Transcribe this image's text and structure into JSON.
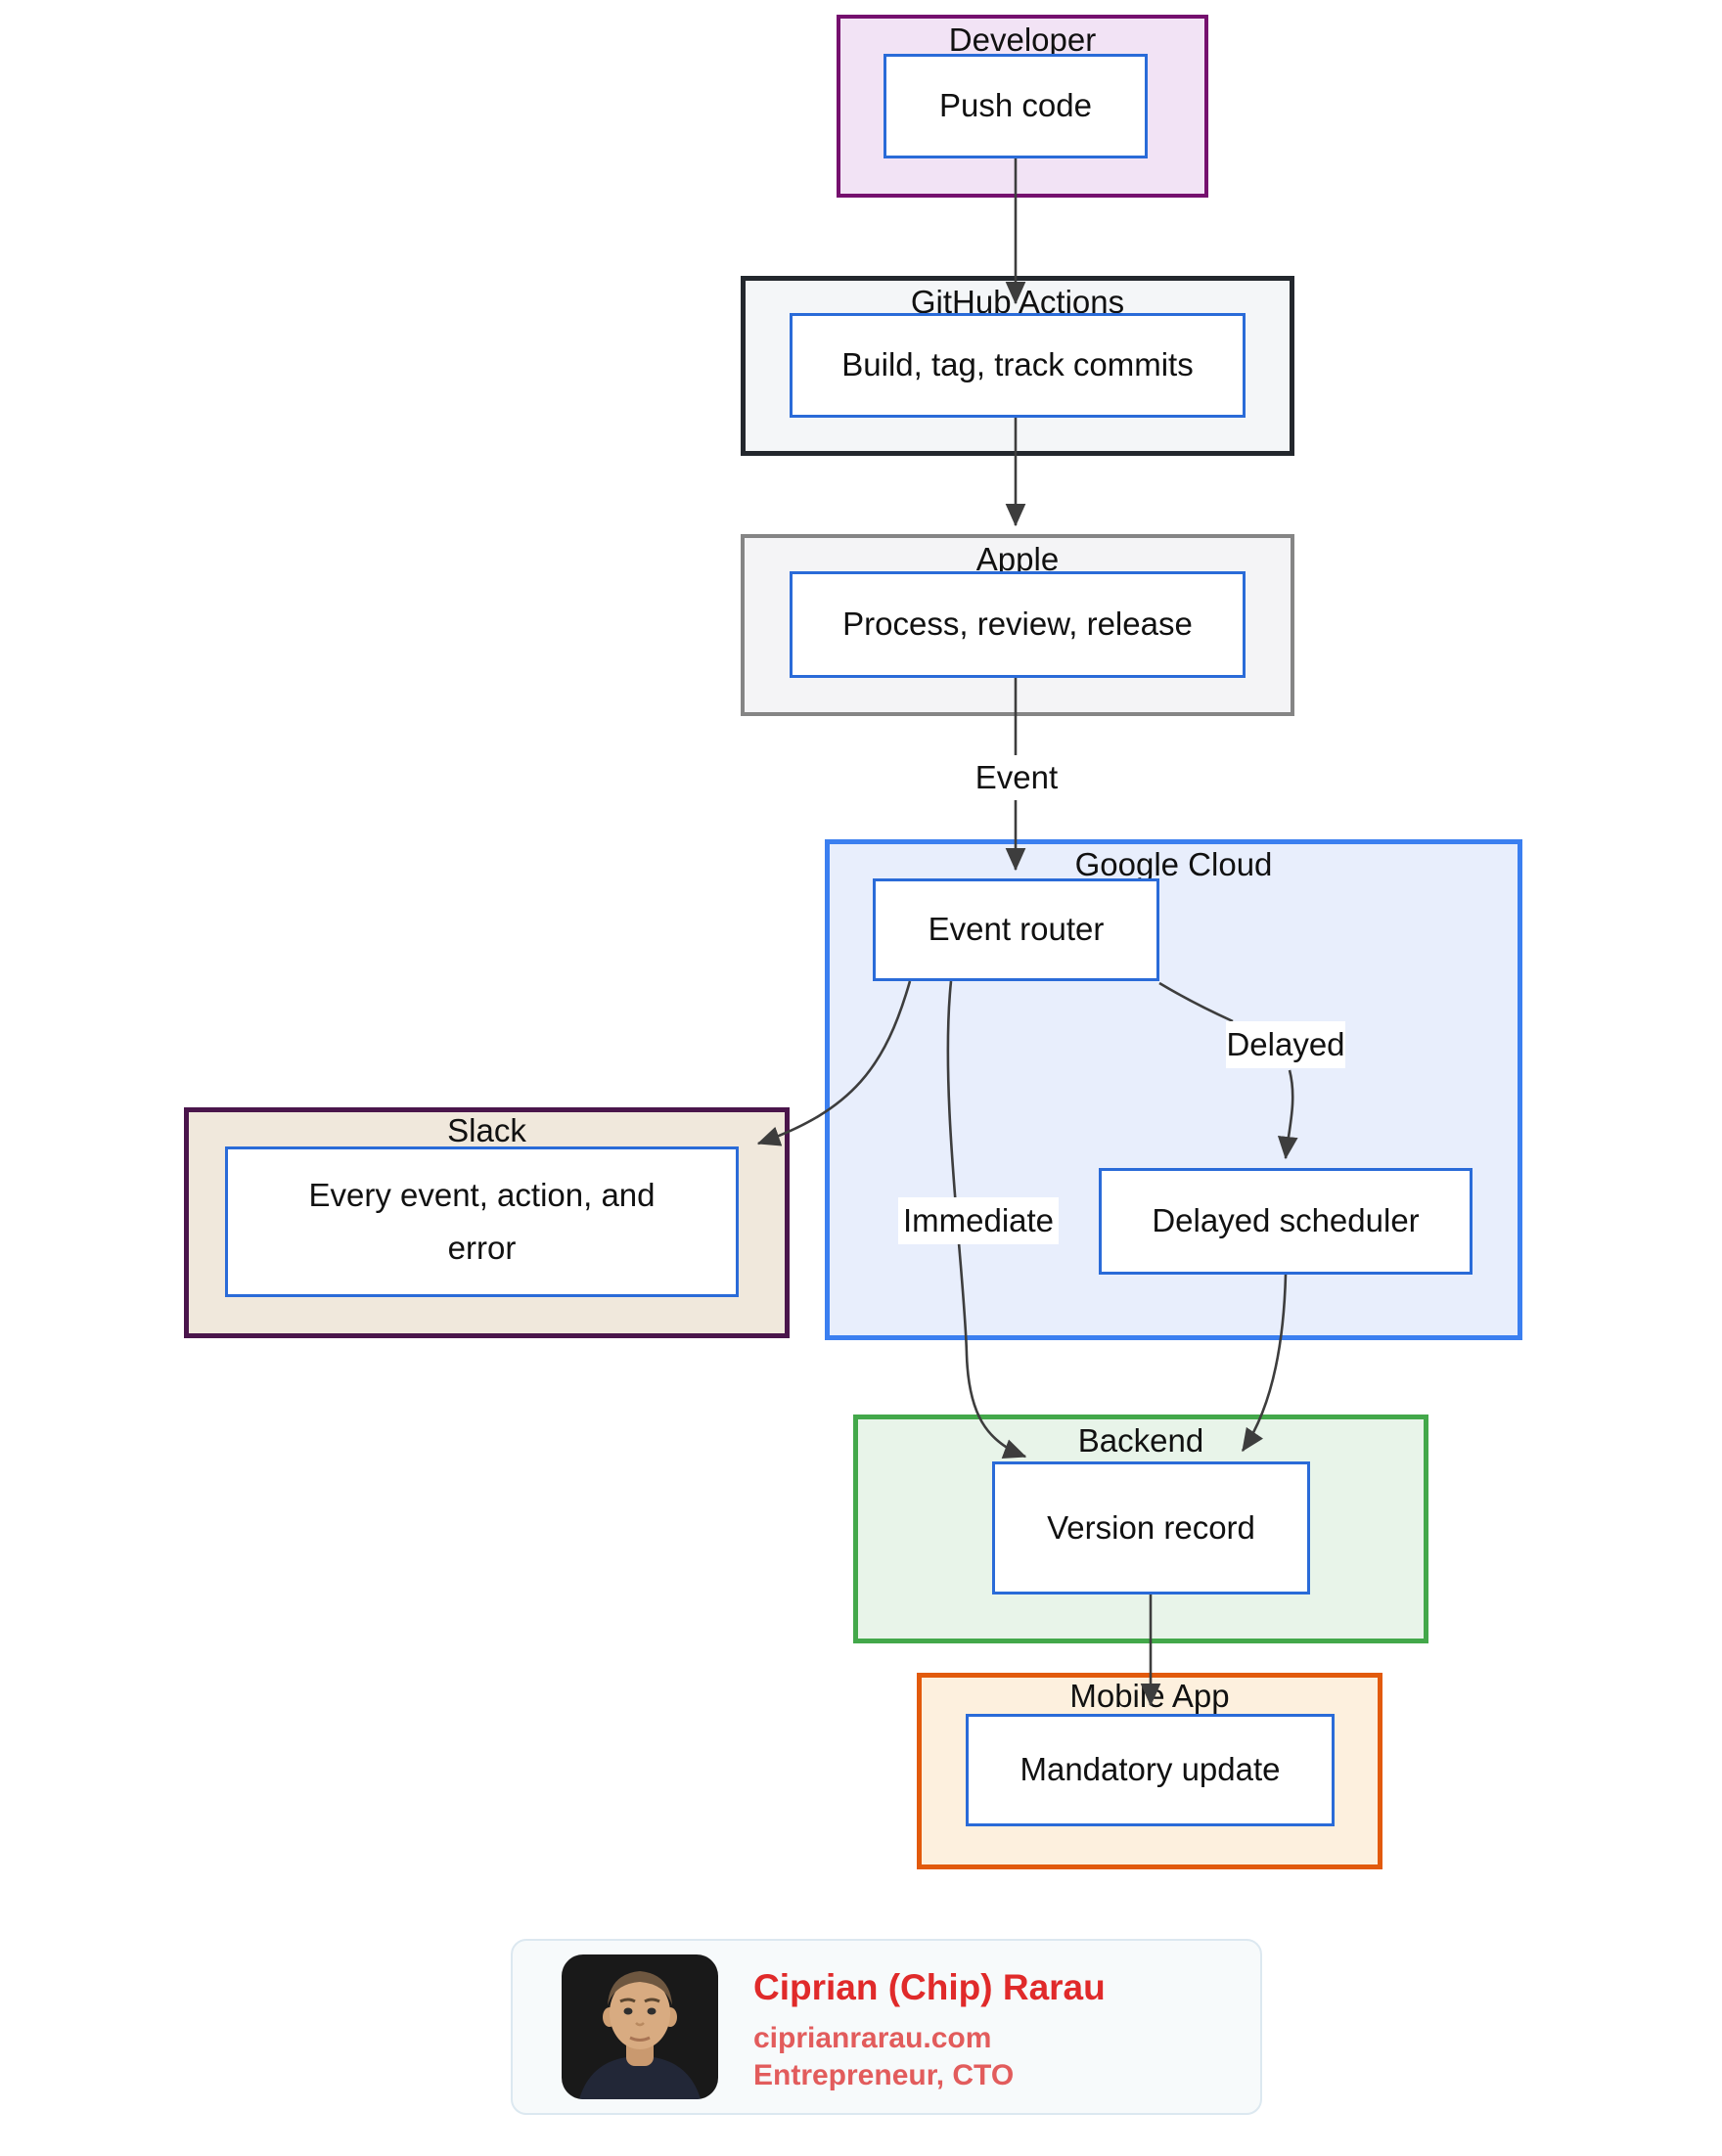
{
  "diagram": {
    "developer": {
      "title": "Developer",
      "node": "Push code"
    },
    "github": {
      "title": "GitHub Actions",
      "node": "Build, tag, track commits"
    },
    "apple": {
      "title": "Apple",
      "node": "Process, review, release"
    },
    "gcloud": {
      "title": "Google Cloud",
      "router": "Event router",
      "scheduler": "Delayed scheduler"
    },
    "slack": {
      "title": "Slack",
      "node": "Every event, action, and error"
    },
    "backend": {
      "title": "Backend",
      "node": "Version record"
    },
    "mobile": {
      "title": "Mobile App",
      "node": "Mandatory update"
    },
    "labels": {
      "event": "Event",
      "immediate": "Immediate",
      "delayed": "Delayed"
    }
  },
  "footer": {
    "name": "Ciprian (Chip) Rarau",
    "website": "ciprianrarau.com",
    "role": "Entrepreneur, CTO"
  },
  "colors": {
    "developer_border": "#75106e",
    "developer_fill": "#f2e3f5",
    "github_border": "#23272d",
    "github_fill": "#f4f6f8",
    "apple_border": "#858585",
    "apple_fill": "#f4f4f6",
    "gcloud_border": "#3b7ff0",
    "gcloud_fill": "#e8eefc",
    "slack_border": "#4a154b",
    "slack_fill": "#f0e8dc",
    "backend_border": "#43a84a",
    "backend_fill": "#e8f4e9",
    "mobile_border": "#e25a0c",
    "mobile_fill": "#fdf0de",
    "node_border": "#2a6bd8",
    "line": "#3d3d3d",
    "name_red": "#e02a2a",
    "sub_red": "#e25c5c"
  }
}
